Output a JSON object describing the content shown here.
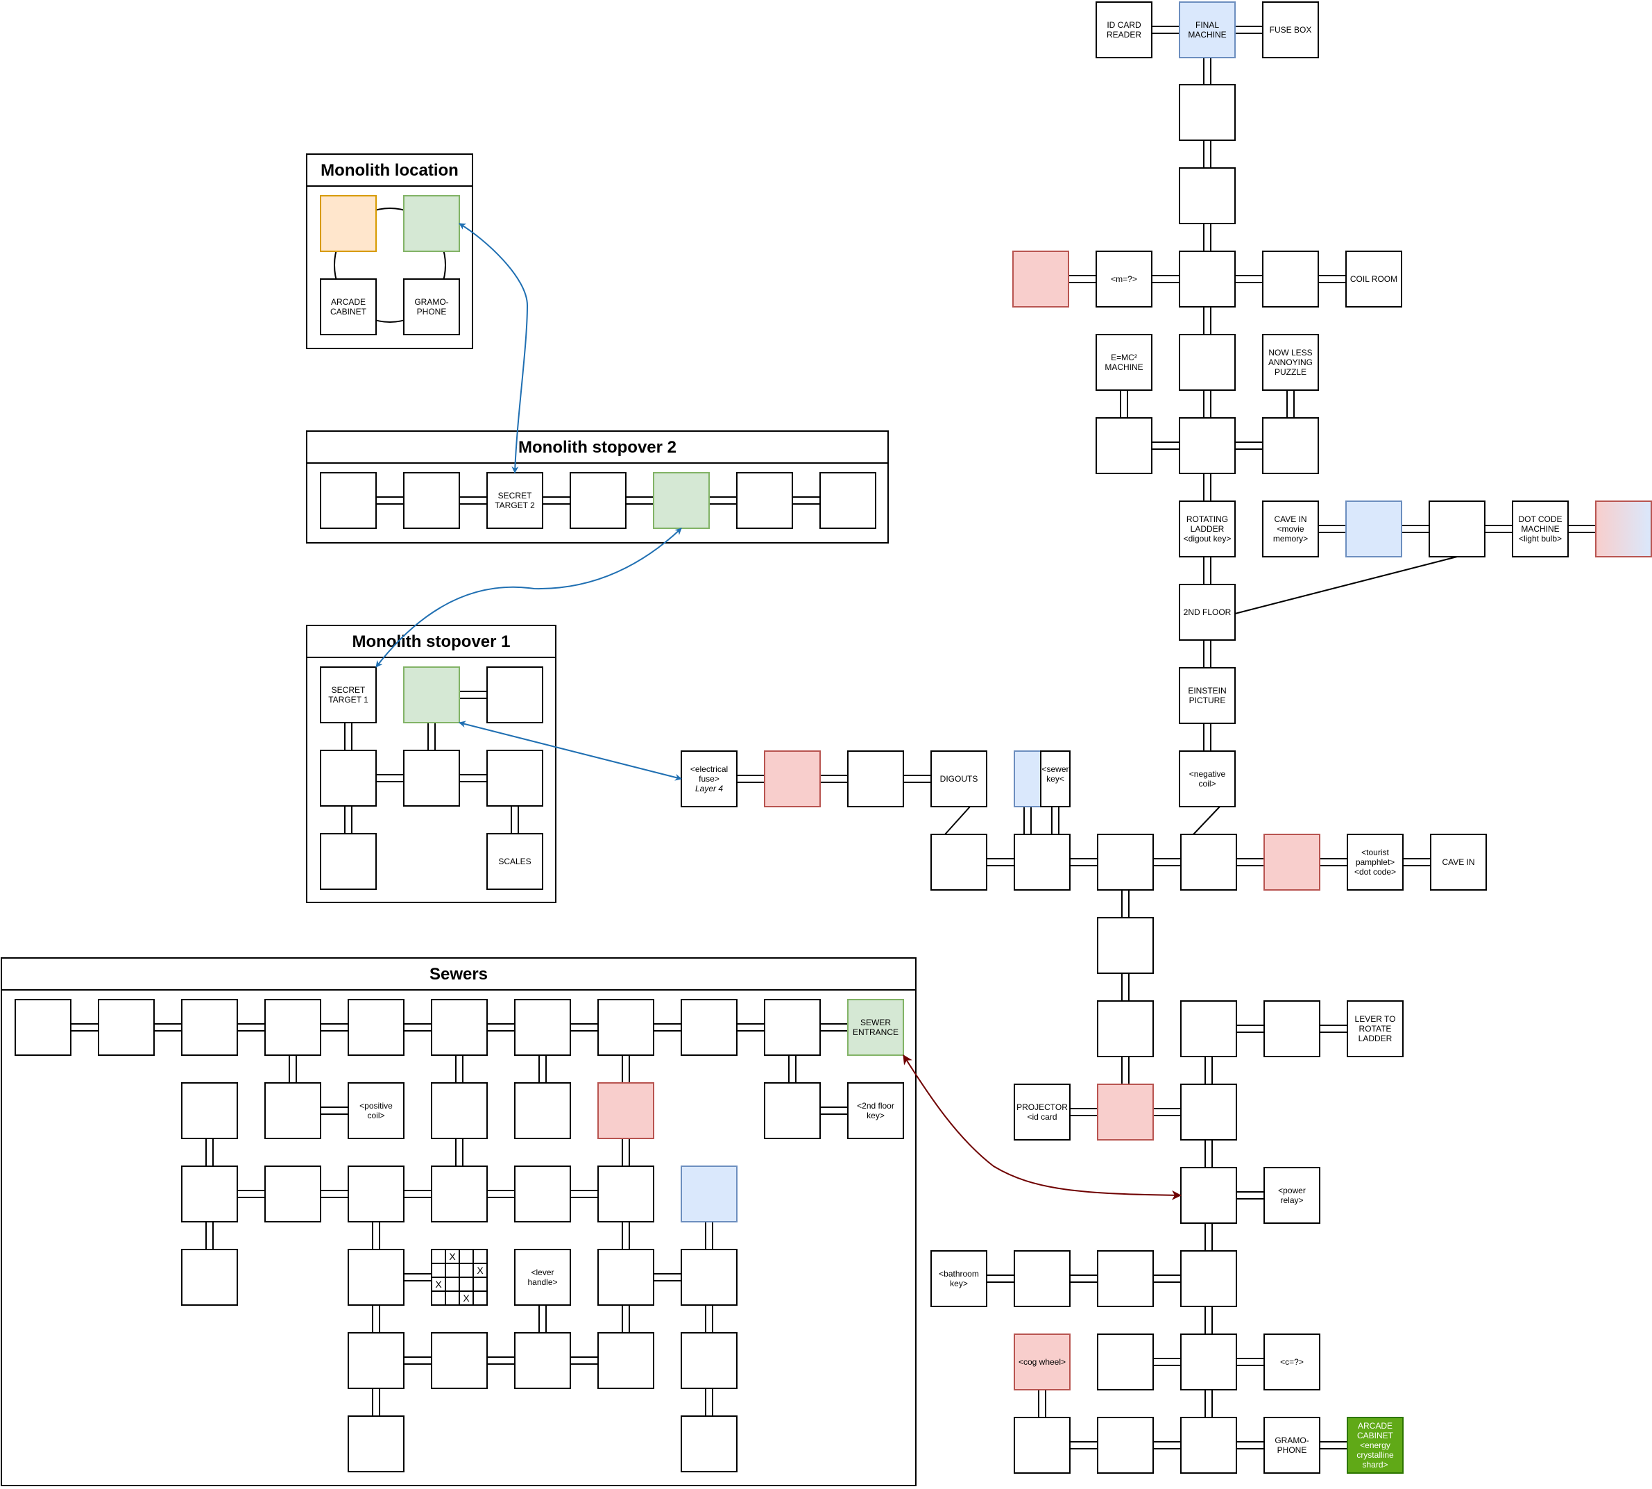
{
  "colors": {
    "stroke": "#000000",
    "blue_fill": "#dae8fc",
    "blue_stroke": "#6c8ebf",
    "green_fill": "#d5e8d4",
    "green_stroke": "#82b366",
    "red_fill": "#f8cecc",
    "red_stroke": "#b85450",
    "orange_fill": "#ffe6cc",
    "orange_stroke": "#d79b00",
    "solid_green_fill": "#60a917",
    "solid_green_stroke": "#2d7600",
    "arrow_blue": "#1f6fb2",
    "arrow_darkred": "#6f0000"
  },
  "frames": {
    "monolith_location": {
      "title": "Monolith location"
    },
    "monolith_stopover_2": {
      "title": "Monolith stopover 2"
    },
    "monolith_stopover_1": {
      "title": "Monolith stopover 1"
    },
    "sewers": {
      "title": "Sewers"
    }
  },
  "nodes": {
    "ml_orange": {
      "label": "",
      "style": "orange"
    },
    "ml_green": {
      "label": "",
      "style": "green"
    },
    "ml_arcade": {
      "label": "ARCADE\nCABINET",
      "style": "plain"
    },
    "ml_gramo": {
      "label": "GRAMO-\nPHONE",
      "style": "plain"
    },
    "s2_1": {
      "label": "",
      "style": "plain"
    },
    "s2_2": {
      "label": "",
      "style": "plain"
    },
    "s2_3": {
      "label": "SECRET\nTARGET 2",
      "style": "plain"
    },
    "s2_4": {
      "label": "",
      "style": "plain"
    },
    "s2_5": {
      "label": "",
      "style": "green"
    },
    "s2_6": {
      "label": "",
      "style": "plain"
    },
    "s2_7": {
      "label": "",
      "style": "plain"
    },
    "s1_a": {
      "label": "SECRET\nTARGET 1",
      "style": "plain"
    },
    "s1_b": {
      "label": "",
      "style": "green"
    },
    "s1_c": {
      "label": "",
      "style": "plain"
    },
    "s1_d": {
      "label": "",
      "style": "plain"
    },
    "s1_e": {
      "label": "",
      "style": "plain"
    },
    "s1_f": {
      "label": "",
      "style": "plain"
    },
    "s1_g": {
      "label": "",
      "style": "plain"
    },
    "s1_h": {
      "label": "SCALES",
      "style": "plain"
    },
    "id_card_reader": {
      "label": "ID CARD\nREADER",
      "style": "plain"
    },
    "final_machine": {
      "label": "FINAL\nMACHINE",
      "style": "blue"
    },
    "fuse_box": {
      "label": "FUSE BOX",
      "style": "plain"
    },
    "r_c1": {
      "label": "",
      "style": "plain"
    },
    "r_c2": {
      "label": "",
      "style": "plain"
    },
    "r_red1": {
      "label": "",
      "style": "red"
    },
    "m_eq": {
      "label": "<m=?>",
      "style": "plain"
    },
    "r_hub1": {
      "label": "",
      "style": "plain"
    },
    "r_e1": {
      "label": "",
      "style": "plain"
    },
    "coil_room": {
      "label": "COIL ROOM",
      "style": "plain"
    },
    "emc2": {
      "label": "E=MC²\nMACHINE",
      "style": "plain"
    },
    "r_c3": {
      "label": "",
      "style": "plain"
    },
    "annoying": {
      "label": "NOW LESS\nANNOYING\nPUZZLE",
      "style": "plain"
    },
    "r_w2": {
      "label": "",
      "style": "plain"
    },
    "r_hub2": {
      "label": "",
      "style": "plain"
    },
    "r_e2": {
      "label": "",
      "style": "plain"
    },
    "rotating_ladder": {
      "label": "ROTATING\nLADDER\n<digout key>",
      "style": "plain"
    },
    "cave_in_movie": {
      "label": "CAVE IN\n<movie\nmemory>",
      "style": "plain"
    },
    "r_blue1": {
      "label": "",
      "style": "blue"
    },
    "r_mid1": {
      "label": "",
      "style": "plain"
    },
    "dot_code_machine": {
      "label": "DOT CODE\nMACHINE\n<light bulb>",
      "style": "plain"
    },
    "r_grad": {
      "label": "",
      "style": "gradient"
    },
    "second_floor": {
      "label": "2ND FLOOR",
      "style": "plain"
    },
    "einstein": {
      "label": "EINSTEIN\nPICTURE",
      "style": "plain"
    },
    "neg_coil": {
      "label": "<negative\ncoil>",
      "style": "plain"
    },
    "elec_fuse": {
      "label": "<electrical\nfuse>",
      "sublabel": "Layer 4",
      "style": "plain"
    },
    "f_red": {
      "label": "",
      "style": "red"
    },
    "f_mid": {
      "label": "",
      "style": "plain"
    },
    "digouts": {
      "label": "DIGOUTS",
      "style": "plain"
    },
    "f_blue_half": {
      "label": "",
      "style": "blue"
    },
    "sewer_key": {
      "label": "<sewer\n\nkey<",
      "style": "plain"
    },
    "j_1": {
      "label": "",
      "style": "plain"
    },
    "j_2": {
      "label": "",
      "style": "plain"
    },
    "j_3": {
      "label": "",
      "style": "plain"
    },
    "j_4": {
      "label": "",
      "style": "plain"
    },
    "j_red": {
      "label": "",
      "style": "red"
    },
    "tourist": {
      "label": "<tourist\npamphlet>\n<dot code>",
      "style": "plain"
    },
    "cave_in": {
      "label": "CAVE IN",
      "style": "plain"
    },
    "k_1": {
      "label": "",
      "style": "plain"
    },
    "k_2": {
      "label": "",
      "style": "plain"
    },
    "k_3": {
      "label": "",
      "style": "plain"
    },
    "k_4": {
      "label": "",
      "style": "plain"
    },
    "lever_rotate": {
      "label": "LEVER TO\nROTATE\nLADDER",
      "style": "plain"
    },
    "projector": {
      "label": "PROJECTOR\n<id card",
      "style": "plain"
    },
    "k_red": {
      "label": "",
      "style": "red"
    },
    "k_5": {
      "label": "",
      "style": "plain"
    },
    "k_6": {
      "label": "",
      "style": "plain"
    },
    "power_relay": {
      "label": "<power\nrelay>",
      "style": "plain"
    },
    "bathroom_key": {
      "label": "<bathroom\nkey>",
      "style": "plain"
    },
    "k_7": {
      "label": "",
      "style": "plain"
    },
    "k_8": {
      "label": "",
      "style": "plain"
    },
    "k_9": {
      "label": "",
      "style": "plain"
    },
    "cog_wheel": {
      "label": "<cog wheel>",
      "style": "red"
    },
    "k_10": {
      "label": "",
      "style": "plain"
    },
    "k_11": {
      "label": "",
      "style": "plain"
    },
    "c_eq": {
      "label": "<c=?>",
      "style": "plain"
    },
    "k_12": {
      "label": "",
      "style": "plain"
    },
    "k_13": {
      "label": "",
      "style": "plain"
    },
    "k_14": {
      "label": "",
      "style": "plain"
    },
    "gramophone": {
      "label": "GRAMO-\nPHONE",
      "style": "plain"
    },
    "arcade_cabinet": {
      "label": "ARCADE\nCABINET\n<energy\ncrystalline\nshard>",
      "style": "solid_green"
    },
    "sw_r0_0": {
      "label": "",
      "style": "plain"
    },
    "sw_r0_1": {
      "label": "",
      "style": "plain"
    },
    "sw_r0_2": {
      "label": "",
      "style": "plain"
    },
    "sw_r0_3": {
      "label": "",
      "style": "plain"
    },
    "sw_r0_4": {
      "label": "",
      "style": "plain"
    },
    "sw_r0_5": {
      "label": "",
      "style": "plain"
    },
    "sw_r0_6": {
      "label": "",
      "style": "plain"
    },
    "sw_r0_7": {
      "label": "",
      "style": "plain"
    },
    "sw_r0_8": {
      "label": "",
      "style": "plain"
    },
    "sw_r0_9": {
      "label": "",
      "style": "plain"
    },
    "sewer_entrance": {
      "label": "SEWER\nENTRANCE",
      "style": "green"
    },
    "sw_r1_2": {
      "label": "",
      "style": "plain"
    },
    "sw_r1_3": {
      "label": "",
      "style": "plain"
    },
    "positive_coil": {
      "label": "<positive\ncoil>",
      "style": "plain"
    },
    "sw_r1_5": {
      "label": "",
      "style": "plain"
    },
    "sw_r1_6": {
      "label": "",
      "style": "plain"
    },
    "sw_r1_7": {
      "label": "",
      "style": "red"
    },
    "sw_r1_9": {
      "label": "",
      "style": "plain"
    },
    "second_floor_key": {
      "label": "<2nd floor\nkey>",
      "style": "plain"
    },
    "sw_r2_2": {
      "label": "",
      "style": "plain"
    },
    "sw_r2_3": {
      "label": "",
      "style": "plain"
    },
    "sw_r2_4": {
      "label": "",
      "style": "plain"
    },
    "sw_r2_5": {
      "label": "",
      "style": "plain"
    },
    "sw_r2_6": {
      "label": "",
      "style": "plain"
    },
    "sw_r2_7": {
      "label": "",
      "style": "plain"
    },
    "sw_r2_8": {
      "label": "",
      "style": "blue"
    },
    "sw_r3_2": {
      "label": "",
      "style": "plain"
    },
    "sw_r3_4": {
      "label": "",
      "style": "plain"
    },
    "lever_handle": {
      "label": "<lever\nhandle>",
      "style": "plain"
    },
    "sw_r3_7": {
      "label": "",
      "style": "plain"
    },
    "sw_r3_8": {
      "label": "",
      "style": "plain"
    },
    "sw_r4_4": {
      "label": "",
      "style": "plain"
    },
    "sw_r4_5": {
      "label": "",
      "style": "plain"
    },
    "sw_r4_6": {
      "label": "",
      "style": "plain"
    },
    "sw_r4_7": {
      "label": "",
      "style": "plain"
    },
    "sw_r4_8": {
      "label": "",
      "style": "plain"
    },
    "sw_r5_4": {
      "label": "",
      "style": "plain"
    },
    "sw_r5_8": {
      "label": "",
      "style": "plain"
    }
  },
  "puzzle_grid": {
    "rows": 4,
    "cols": 4,
    "marks": [
      [
        0,
        1
      ],
      [
        1,
        3
      ],
      [
        2,
        0
      ],
      [
        3,
        2
      ]
    ],
    "mark_text": "X"
  },
  "edges_double": [
    [
      "s2_1",
      "s2_2"
    ],
    [
      "s2_2",
      "s2_3"
    ],
    [
      "s2_3",
      "s2_4"
    ],
    [
      "s2_4",
      "s2_5"
    ],
    [
      "s2_5",
      "s2_6"
    ],
    [
      "s2_6",
      "s2_7"
    ],
    [
      "s1_b",
      "s1_c"
    ],
    [
      "s1_a",
      "s1_d"
    ],
    [
      "s1_b",
      "s1_e"
    ],
    [
      "s1_d",
      "s1_e"
    ],
    [
      "s1_e",
      "s1_f"
    ],
    [
      "s1_d",
      "s1_g"
    ],
    [
      "s1_f",
      "s1_h"
    ],
    [
      "id_card_reader",
      "final_machine"
    ],
    [
      "final_machine",
      "fuse_box"
    ],
    [
      "final_machine",
      "r_c1"
    ],
    [
      "r_c1",
      "r_c2"
    ],
    [
      "r_c2",
      "r_hub1"
    ],
    [
      "r_red1",
      "m_eq"
    ],
    [
      "m_eq",
      "r_hub1"
    ],
    [
      "r_hub1",
      "r_e1"
    ],
    [
      "r_e1",
      "coil_room"
    ],
    [
      "r_hub1",
      "r_c3"
    ],
    [
      "emc2",
      "r_w2"
    ],
    [
      "r_c3",
      "r_hub2"
    ],
    [
      "annoying",
      "r_e2"
    ],
    [
      "r_w2",
      "r_hub2"
    ],
    [
      "r_hub2",
      "r_e2"
    ],
    [
      "r_hub2",
      "rotating_ladder"
    ],
    [
      "rotating_ladder",
      "second_floor"
    ],
    [
      "second_floor",
      "einstein"
    ],
    [
      "einstein",
      "neg_coil"
    ],
    [
      "cave_in_movie",
      "r_blue1"
    ],
    [
      "r_blue1",
      "r_mid1"
    ],
    [
      "r_mid1",
      "dot_code_machine"
    ],
    [
      "dot_code_machine",
      "r_grad"
    ],
    [
      "elec_fuse",
      "f_red"
    ],
    [
      "f_red",
      "f_mid"
    ],
    [
      "f_mid",
      "digouts"
    ],
    [
      "j_1",
      "j_2"
    ],
    [
      "j_2",
      "j_3"
    ],
    [
      "j_3",
      "j_4"
    ],
    [
      "j_4",
      "j_red"
    ],
    [
      "j_red",
      "tourist"
    ],
    [
      "tourist",
      "cave_in"
    ],
    [
      "j_3",
      "k_1"
    ],
    [
      "k_1",
      "k_2"
    ],
    [
      "k_2",
      "k_red"
    ],
    [
      "k_3",
      "k_4"
    ],
    [
      "k_4",
      "lever_rotate"
    ],
    [
      "k_3",
      "k_5"
    ],
    [
      "projector",
      "k_red"
    ],
    [
      "k_red",
      "k_5"
    ],
    [
      "k_5",
      "k_6"
    ],
    [
      "k_6",
      "power_relay"
    ],
    [
      "k_6",
      "k_9"
    ],
    [
      "bathroom_key",
      "k_7"
    ],
    [
      "k_7",
      "k_8"
    ],
    [
      "k_8",
      "k_9"
    ],
    [
      "k_9",
      "k_11"
    ],
    [
      "k_10",
      "k_11"
    ],
    [
      "k_11",
      "c_eq"
    ],
    [
      "k_11",
      "k_14"
    ],
    [
      "cog_wheel",
      "k_12"
    ],
    [
      "k_12",
      "k_13"
    ],
    [
      "k_13",
      "k_14"
    ],
    [
      "k_14",
      "gramophone"
    ],
    [
      "gramophone",
      "arcade_cabinet"
    ],
    [
      "sw_r0_0",
      "sw_r0_1"
    ],
    [
      "sw_r0_1",
      "sw_r0_2"
    ],
    [
      "sw_r0_2",
      "sw_r0_3"
    ],
    [
      "sw_r0_3",
      "sw_r0_4"
    ],
    [
      "sw_r0_4",
      "sw_r0_5"
    ],
    [
      "sw_r0_5",
      "sw_r0_6"
    ],
    [
      "sw_r0_6",
      "sw_r0_7"
    ],
    [
      "sw_r0_7",
      "sw_r0_8"
    ],
    [
      "sw_r0_8",
      "sw_r0_9"
    ],
    [
      "sw_r0_9",
      "sewer_entrance"
    ],
    [
      "sw_r0_3",
      "sw_r1_3"
    ],
    [
      "sw_r1_3",
      "positive_coil"
    ],
    [
      "sw_r0_5",
      "sw_r1_5"
    ],
    [
      "sw_r0_6",
      "sw_r1_6"
    ],
    [
      "sw_r0_7",
      "sw_r1_7"
    ],
    [
      "sw_r0_9",
      "sw_r1_9"
    ],
    [
      "sw_r1_9",
      "second_floor_key"
    ],
    [
      "sw_r1_2",
      "sw_r2_2"
    ],
    [
      "sw_r1_5",
      "sw_r2_5"
    ],
    [
      "sw_r1_7",
      "sw_r2_7"
    ],
    [
      "sw_r2_2",
      "sw_r2_3"
    ],
    [
      "sw_r2_3",
      "sw_r2_4"
    ],
    [
      "sw_r2_4",
      "sw_r2_5"
    ],
    [
      "sw_r2_5",
      "sw_r2_6"
    ],
    [
      "sw_r2_6",
      "sw_r2_7"
    ],
    [
      "sw_r2_2",
      "sw_r3_2"
    ],
    [
      "sw_r2_4",
      "sw_r3_4"
    ],
    [
      "sw_r2_7",
      "sw_r3_7"
    ],
    [
      "sw_r2_8",
      "sw_r3_8"
    ],
    [
      "sw_r3_4",
      "puzzle"
    ],
    [
      "sw_r3_7",
      "sw_r3_8"
    ],
    [
      "sw_r3_4",
      "sw_r4_4"
    ],
    [
      "lever_handle",
      "sw_r4_6"
    ],
    [
      "sw_r3_7",
      "sw_r4_7"
    ],
    [
      "sw_r3_8",
      "sw_r4_8"
    ],
    [
      "sw_r4_4",
      "sw_r4_5"
    ],
    [
      "sw_r4_5",
      "sw_r4_6"
    ],
    [
      "sw_r4_6",
      "sw_r4_7"
    ],
    [
      "sw_r4_4",
      "sw_r5_4"
    ],
    [
      "sw_r4_8",
      "sw_r5_8"
    ]
  ],
  "edges_special": [
    [
      "f_blue_half",
      "j_2"
    ],
    [
      "sewer_key",
      "j_2"
    ]
  ],
  "edges_single": [
    [
      "digouts",
      "j_1"
    ],
    [
      "neg_coil",
      "j_4"
    ],
    [
      "r_mid1",
      "second_floor"
    ]
  ],
  "ring_links": [
    "ml_orange",
    "ml_green",
    "ml_gramo",
    "ml_arcade"
  ],
  "arrows": [
    {
      "from": "ml_green",
      "to": "s2_3",
      "color": "arrow_blue"
    },
    {
      "from": "s2_5",
      "to": "s1_a",
      "color": "arrow_blue"
    },
    {
      "from": "s1_b",
      "to": "elec_fuse",
      "color": "arrow_blue"
    },
    {
      "from": "sewer_entrance",
      "to": "k_6",
      "color": "arrow_darkred"
    }
  ]
}
